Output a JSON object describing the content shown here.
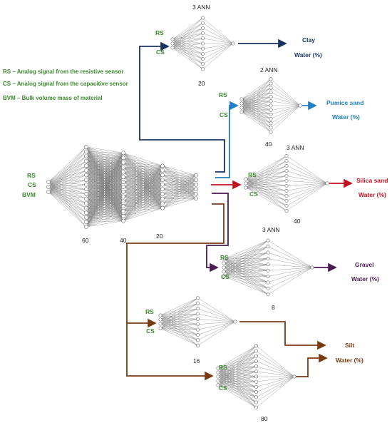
{
  "colors": {
    "green": "#3c8a2e",
    "navy": "#17325e",
    "blue": "#1e7fc4",
    "red": "#c1121f",
    "purple": "#4b1a52",
    "brown": "#7a3a10"
  },
  "legend": [
    "RS – Analog signal from the resistive sensor",
    "CS – Analog signal from the capacitive sensor",
    "BVM – Bulk volume mass of material"
  ],
  "main_network": {
    "inputs": [
      "RS",
      "CS",
      "BVM"
    ],
    "layer_labels": [
      "60",
      "40",
      "20"
    ]
  },
  "sub_networks": [
    {
      "id": "clay",
      "header": "3 ANN",
      "inputs": [
        "RS",
        "CS"
      ],
      "neurons": "20",
      "material": "Clay",
      "output": "Water (%)"
    },
    {
      "id": "pumice",
      "header": "2 ANN",
      "inputs": [
        "RS",
        "CS"
      ],
      "neurons": "40",
      "material": "Pumice sand",
      "output": "Water (%)"
    },
    {
      "id": "silica",
      "header": "3 ANN",
      "inputs": [
        "RS",
        "CS"
      ],
      "neurons": "40",
      "material": "Silica sand",
      "output": "Water (%)"
    },
    {
      "id": "gravel",
      "header": "3 ANN",
      "inputs": [
        "RS",
        "CS"
      ],
      "neurons": "8",
      "material": "Gravel",
      "output": "Water (%)"
    },
    {
      "id": "silt1",
      "header": "",
      "inputs": [
        "RS",
        "CS"
      ],
      "neurons": "16",
      "material": "",
      "output": ""
    },
    {
      "id": "silt2",
      "header": "",
      "inputs": [
        "RS",
        "CS"
      ],
      "neurons": "80",
      "material": "Silt",
      "output": "Water (%)"
    }
  ]
}
